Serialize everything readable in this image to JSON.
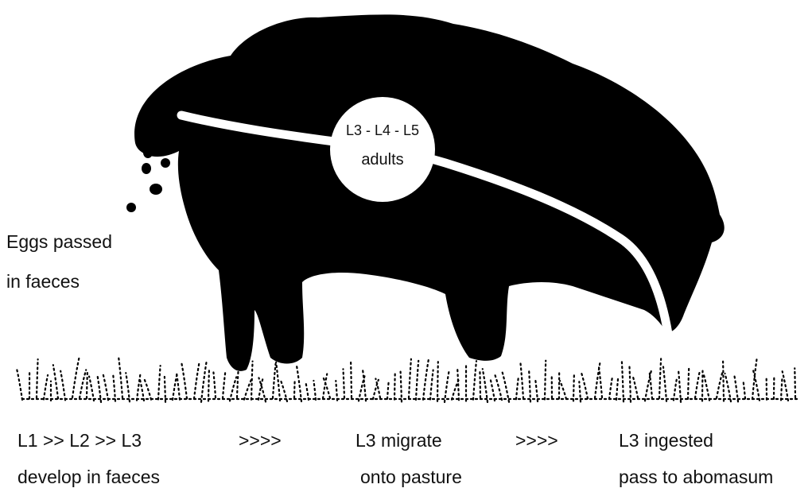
{
  "diagram": {
    "stages_in_host": "L3 - L4 - L5",
    "adults_label": "adults",
    "eggs_line1": "Eggs passed",
    "eggs_line2": "in faeces",
    "step1_line1": "L1 >> L2 >> L3",
    "step1_line2": "develop in faeces",
    "arrow1": ">>>>",
    "step2_line1": "L3 migrate",
    "step2_line2": "onto pasture",
    "arrow2": ">>>>",
    "step3_line1": "L3 ingested",
    "step3_line2": "pass to abomasum"
  },
  "colors": {
    "silhouette": "#000000",
    "background": "#ffffff",
    "text": "#111111"
  }
}
